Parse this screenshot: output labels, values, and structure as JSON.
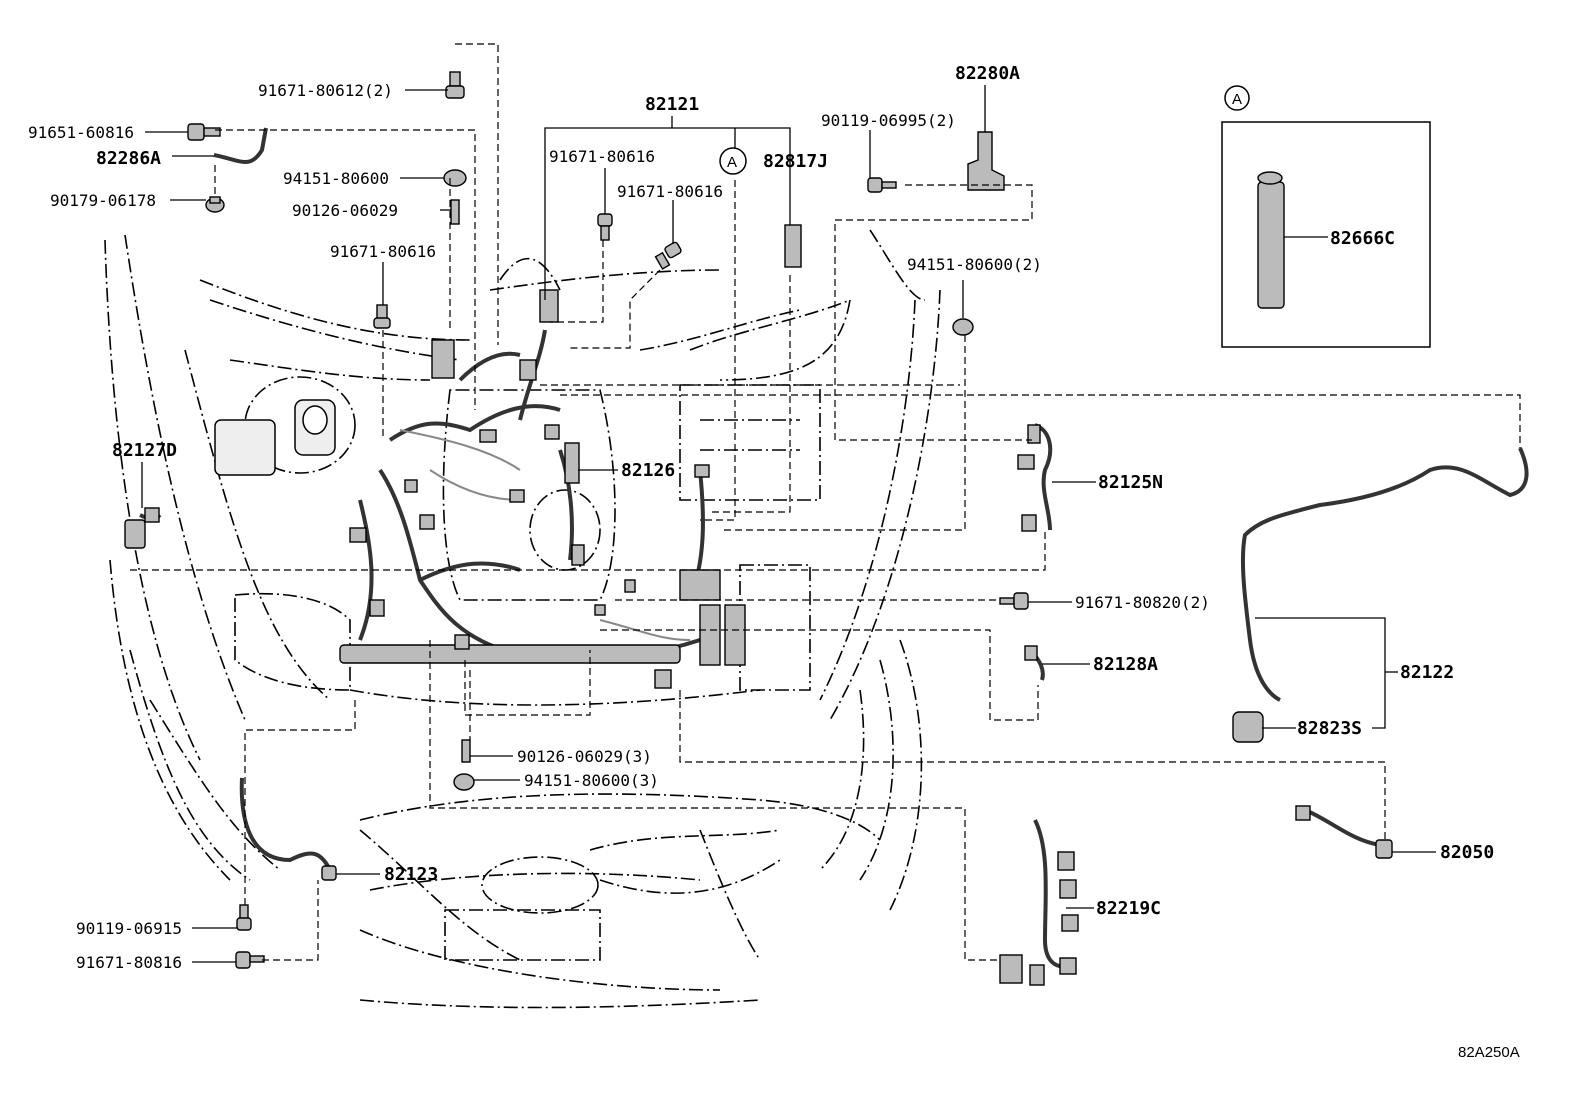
{
  "labels": {
    "p91671_80612": "91671-80612(2)",
    "p91651_60816": "91651-60816",
    "p82286a": "82286A",
    "p90179_06178": "90179-06178",
    "p94151_80600_a": "94151-80600",
    "p90126_06029_a": "90126-06029",
    "p91671_80616_a": "91671-80616",
    "p82121": "82121",
    "p91671_80616_b": "91671-80616",
    "p91671_80616_c": "91671-80616",
    "p82817j": "82817J",
    "p82280a": "82280A",
    "p90119_06995": "90119-06995(2)",
    "p94151_80600_b": "94151-80600(2)",
    "p82666c": "82666C",
    "p82127d": "82127D",
    "p82126": "82126",
    "p82125n": "82125N",
    "p91671_80820": "91671-80820(2)",
    "p82128a": "82128A",
    "p82122": "82122",
    "p82823s": "82823S",
    "p90126_06029_b": "90126-06029(3)",
    "p94151_80600_c": "94151-80600(3)",
    "p82050": "82050",
    "p82123": "82123",
    "p90119_06915": "90119-06915",
    "p91671_80816": "91671-80816",
    "p82219c": "82219C",
    "callout_a": "A",
    "callout_a_inset": "A",
    "drawing_code": "82A250A"
  }
}
